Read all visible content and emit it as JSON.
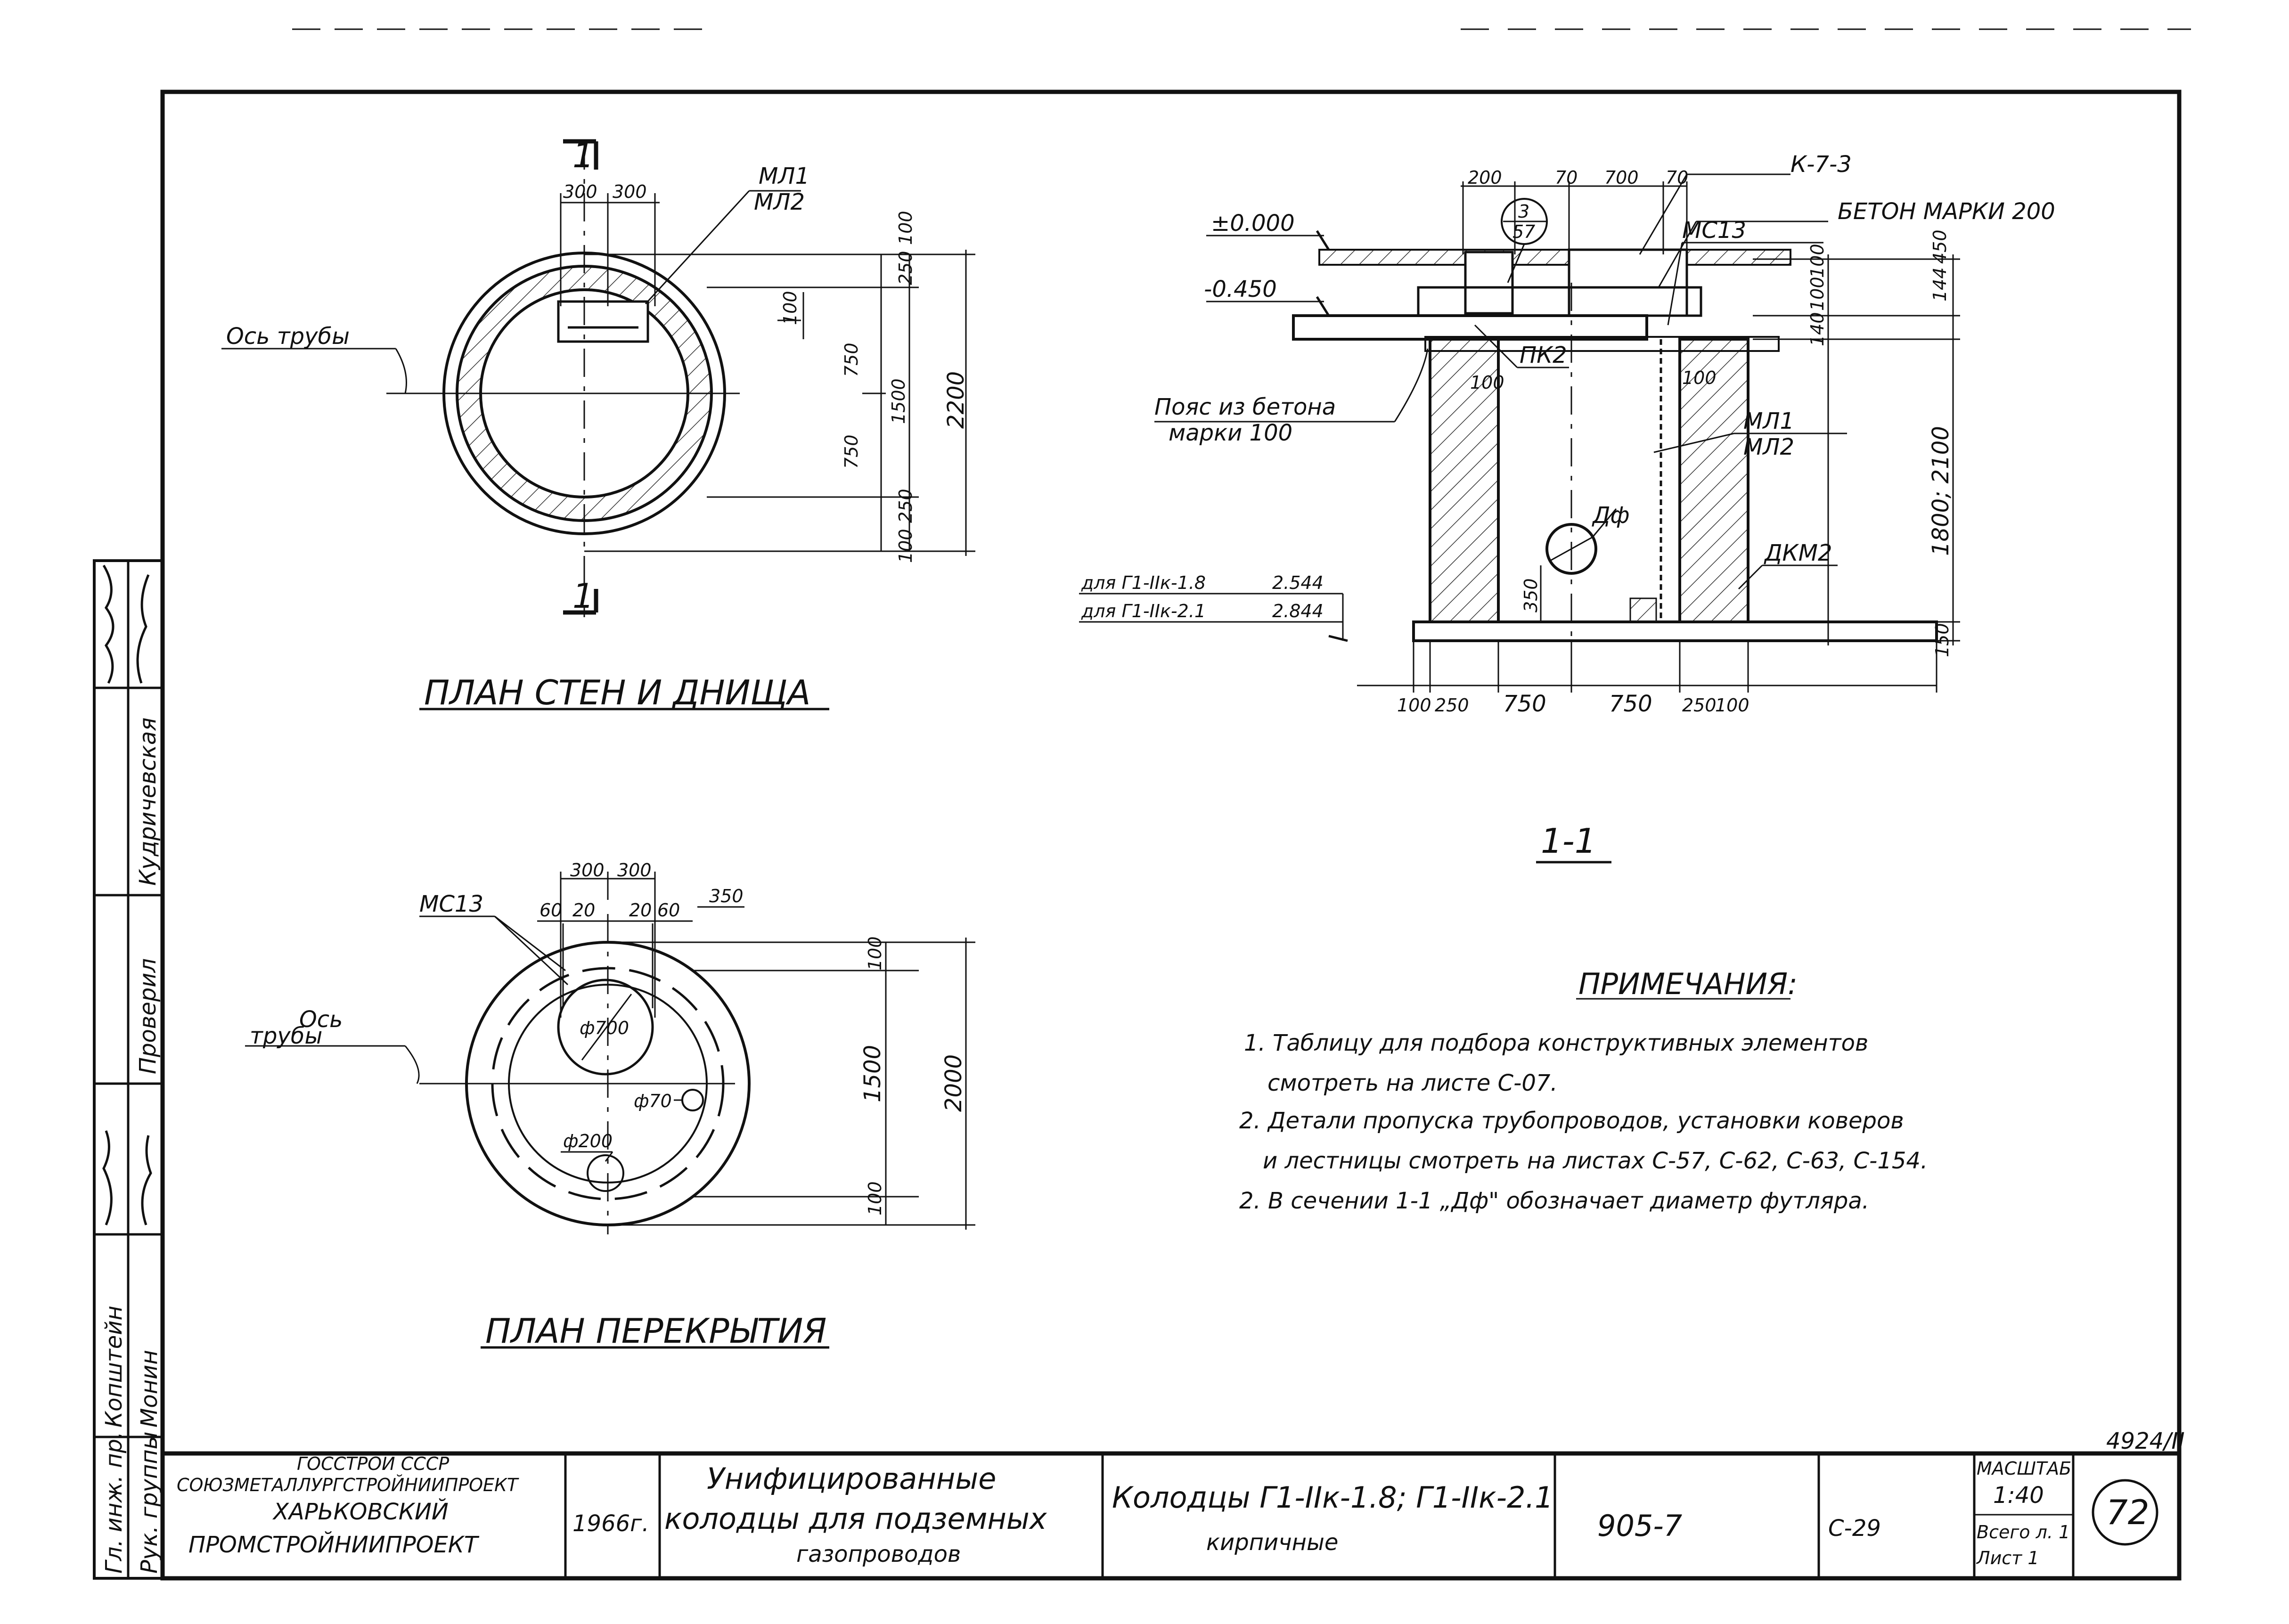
{
  "plan_walls": {
    "title": "ПЛАН СТЕН И ДНИЩА",
    "section_mark": "1",
    "axis_label": "Ось трубы",
    "elements": [
      "МЛ1",
      "МЛ2"
    ],
    "dims": [
      "300",
      "300",
      "100",
      "250",
      "750",
      "1500",
      "2200",
      "750",
      "250",
      "100"
    ],
    "dim_100_top": "100"
  },
  "plan_cover": {
    "title": "ПЛАН ПЕРЕКРЫТИЯ",
    "axis_label_1": "Ось",
    "axis_label_2": "трубы",
    "element": "МС13",
    "top_dims": [
      "300",
      "300",
      "60",
      "20",
      "20",
      "60",
      "350"
    ],
    "hatch_dim": "ф700",
    "hole_70": "ф70",
    "hole_200": "ф200",
    "right_dims": [
      "100",
      "1500",
      "2000",
      "100"
    ]
  },
  "section": {
    "title": "1-1",
    "top_dims": [
      "200",
      "70",
      "700",
      "70"
    ],
    "callout_top": "3",
    "callout_bottom": "57",
    "k73": "К-7-3",
    "concrete": "БЕТОН МАРКИ 200",
    "lvl_0": "±0.000",
    "lvl_1": "-0.450",
    "mc13": "МС13",
    "pk2": "ПК2",
    "belt_1": "Пояс из бетона",
    "belt_2": "марки 100",
    "d100_l": "100",
    "d100_r": "100",
    "ml1": "МЛ1",
    "ml2": "МЛ2",
    "df": "Дф",
    "dkm2": "ДКМ2",
    "d350": "350",
    "for1": "для Г1-IIк-1.8",
    "for2": "для Г1-IIк-2.1",
    "lvl_a": "2.544",
    "lvl_b": "2.844",
    "right_dims": [
      "144",
      "450",
      "140",
      "100",
      "100",
      "1800; 2100",
      "150"
    ],
    "bottom_dims": [
      "100",
      "250",
      "750",
      "750",
      "250",
      "100"
    ]
  },
  "notes": {
    "heading": "ПРИМЕЧАНИЯ:",
    "line1": "1. Таблицу для подбора конструктивных элементов",
    "line2": "смотреть на листе С-07.",
    "line3": "2. Детали пропуска трубопроводов, установки коверов",
    "line4": "и лестницы смотреть на листах С-57, С-62, С-63, С-154.",
    "line5": "2. В сечении 1-1 „Дф\" обозначает диаметр футляра."
  },
  "side_stamp": {
    "roles": [
      "Гл. инж. пр.",
      "Рук. группы",
      "Проверил"
    ],
    "names": [
      "Копштейн",
      "Монин",
      "Кудричевская"
    ]
  },
  "title_block": {
    "org1": "ГОССТРОЙ СССР",
    "org2": "СОЮЗМЕТАЛЛУРГСТРОЙНИИПРОЕКТ",
    "org3": "ХАРЬКОВСКИЙ",
    "org4": "ПРОМСТРОЙНИИПРОЕКТ",
    "year": "1966г.",
    "series1": "Унифицированные",
    "series2": "колодцы для подземных",
    "series3": "газопроводов",
    "name1": "Колодцы Г1-IIк-1.8; Г1-IIк-2.1",
    "name2": "кирпичные",
    "code": "905-7",
    "sheet": "С-29",
    "scale_label": "МАСШТАБ",
    "scale": "1:40",
    "total": "Всего л. 1",
    "sheet_no": "Лист 1",
    "page": "72",
    "inv": "4924/II"
  }
}
